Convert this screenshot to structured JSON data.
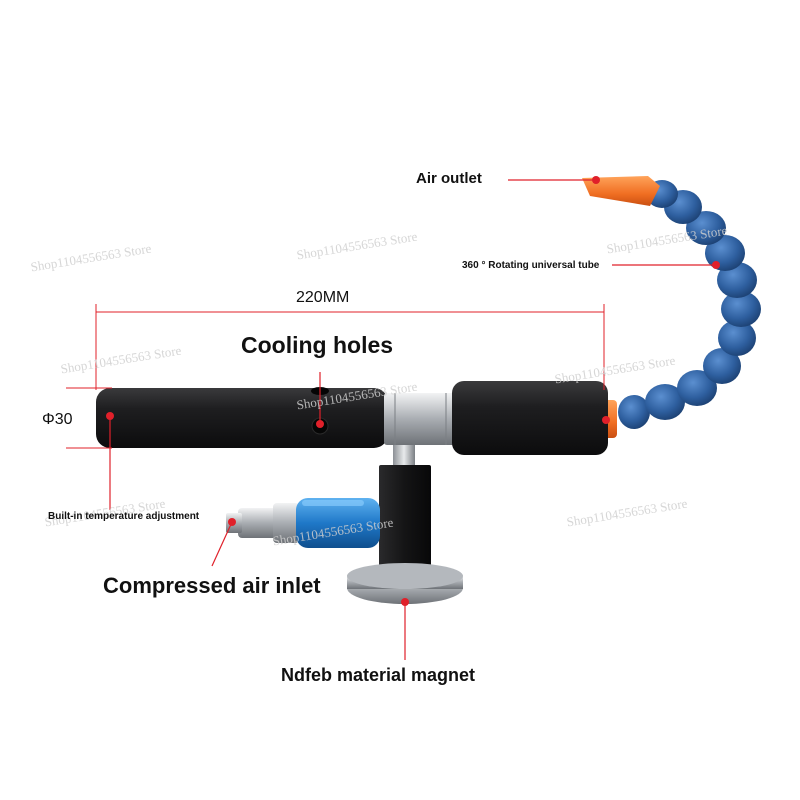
{
  "labels": {
    "air_outlet": "Air outlet",
    "rotating_tube": "360 ° Rotating universal tube",
    "length": "220MM",
    "cooling_holes": "Cooling holes",
    "diameter": "Φ30",
    "temp_adjust": "Built-in temperature adjustment",
    "air_inlet": "Compressed air inlet",
    "magnet": "Ndfeb material magnet"
  },
  "watermark": "Shop1104556563 Store",
  "colors": {
    "body": "#1c1c1e",
    "hose": "#2f5f9e",
    "nozzle": "#f07a2c",
    "coupler": "#2a7fd0",
    "pointer": "#e0202a",
    "steel": "#c9ccd0"
  }
}
